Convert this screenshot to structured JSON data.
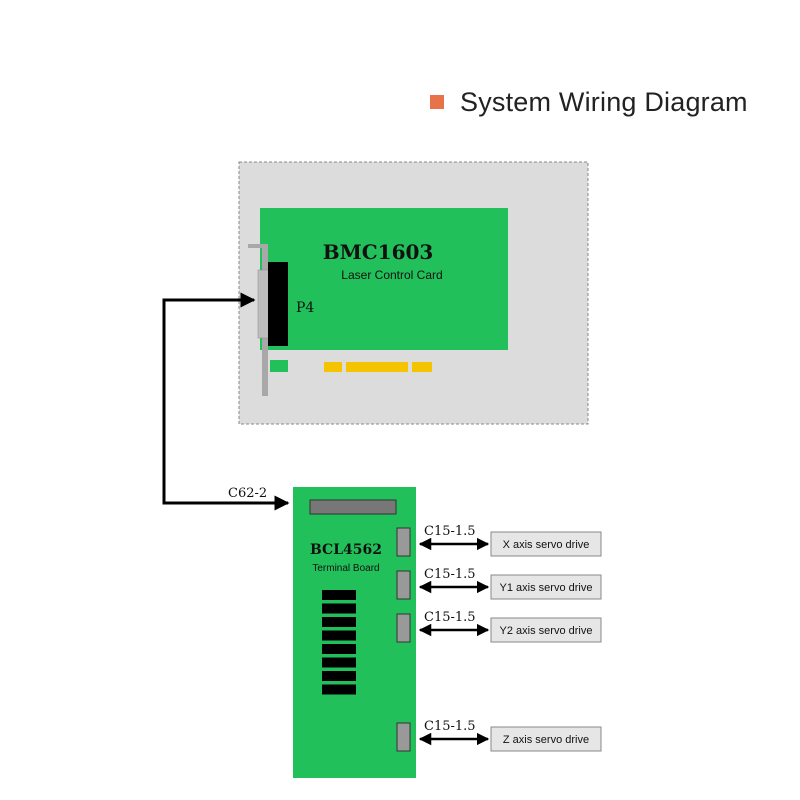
{
  "title": {
    "text": "System Wiring Diagram",
    "marker_color": "#e8734a"
  },
  "control_card": {
    "name": "BMC1603",
    "subtitle": "Laser Control Card",
    "port_label": "P4",
    "board_color": "#22c05a",
    "enclosure_color": "#dcdcdc"
  },
  "cable_main": {
    "label": "C62-2"
  },
  "terminal_board": {
    "name": "BCL4562",
    "subtitle": "Terminal Board",
    "board_color": "#22c05a"
  },
  "connections": [
    {
      "cable": "C15-1.5",
      "drive": "X axis servo drive"
    },
    {
      "cable": "C15-1.5",
      "drive": "Y1 axis servo drive"
    },
    {
      "cable": "C15-1.5",
      "drive": "Y2 axis servo drive"
    },
    {
      "cable": "C15-1.5",
      "drive": "Z axis servo drive"
    }
  ],
  "colors": {
    "wire": "#000000",
    "gold_contacts": "#f5c400",
    "drive_box_fill": "#e6e6e6",
    "drive_box_stroke": "#888888"
  }
}
